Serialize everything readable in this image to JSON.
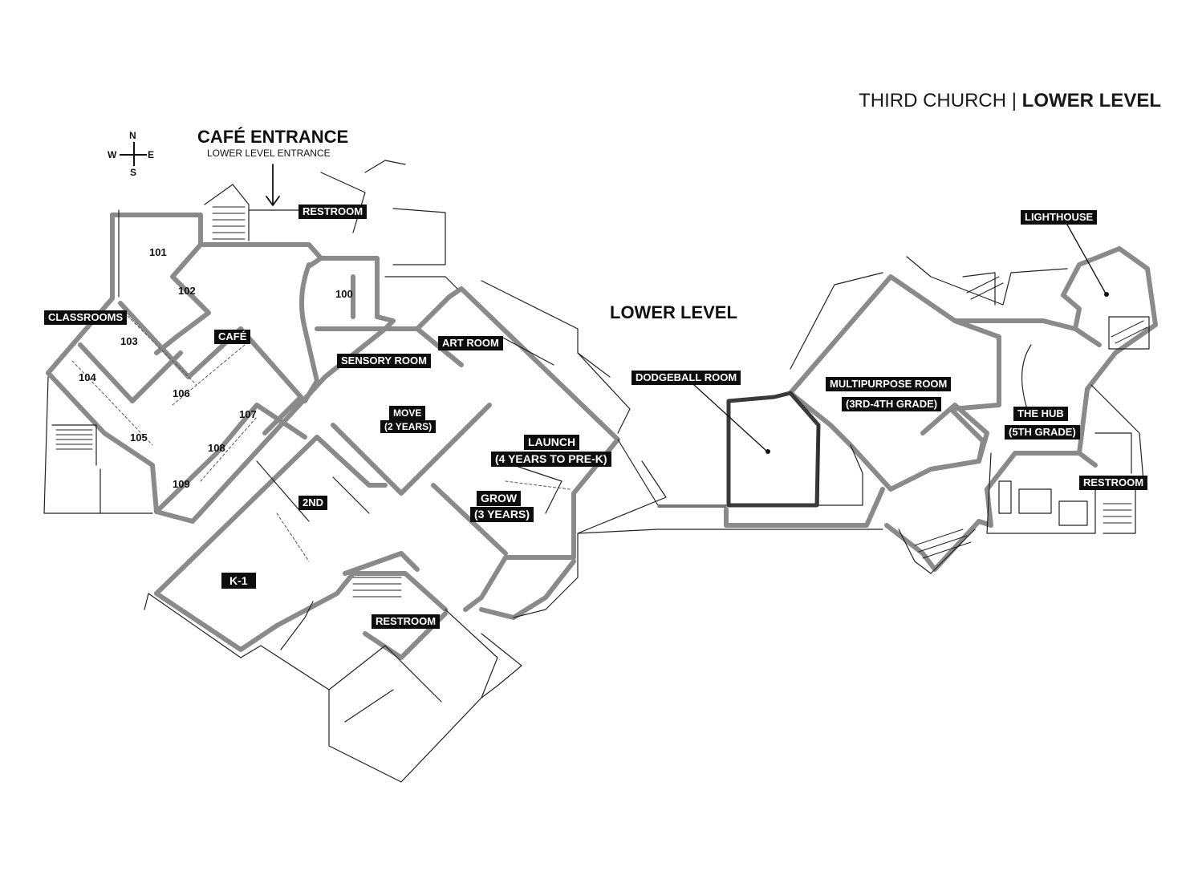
{
  "header": {
    "title_light": "THIRD CHURCH | ",
    "title_bold": "LOWER LEVEL"
  },
  "compass": {
    "n": "N",
    "s": "S",
    "e": "E",
    "w": "W"
  },
  "entrance": {
    "title": "CAFÉ ENTRANCE",
    "subtitle": "LOWER LEVEL ENTRANCE"
  },
  "level_title": "LOWER LEVEL",
  "labels": {
    "restroom_north": "RESTROOM",
    "classrooms": "CLASSROOMS",
    "cafe": "CAFÉ",
    "sensory_room": "SENSORY ROOM",
    "art_room": "ART ROOM",
    "move": "MOVE",
    "move_sub": "(2 YEARS)",
    "launch": "LAUNCH",
    "launch_sub": "(4 YEARS TO PRE-K)",
    "grow": "GROW",
    "grow_sub": "(3 YEARS)",
    "second": "2ND",
    "k1": "K-1",
    "restroom_south": "RESTROOM",
    "dodgeball_room": "DODGEBALL ROOM",
    "multipurpose_room": "MULTIPURPOSE ROOM",
    "multipurpose_sub": "(3RD-4TH GRADE)",
    "lighthouse": "LIGHTHOUSE",
    "the_hub": "THE HUB",
    "the_hub_sub": "(5TH GRADE)",
    "restroom_east": "RESTROOM"
  },
  "rooms": {
    "r100": "100",
    "r101": "101",
    "r102": "102",
    "r103": "103",
    "r104": "104",
    "r105": "105",
    "r106": "106",
    "r107": "107",
    "r108": "108",
    "r109": "109"
  },
  "colors": {
    "wall": "#7a7a7a",
    "line": "#2a2a2a",
    "tag_bg": "#0d0d0d"
  }
}
